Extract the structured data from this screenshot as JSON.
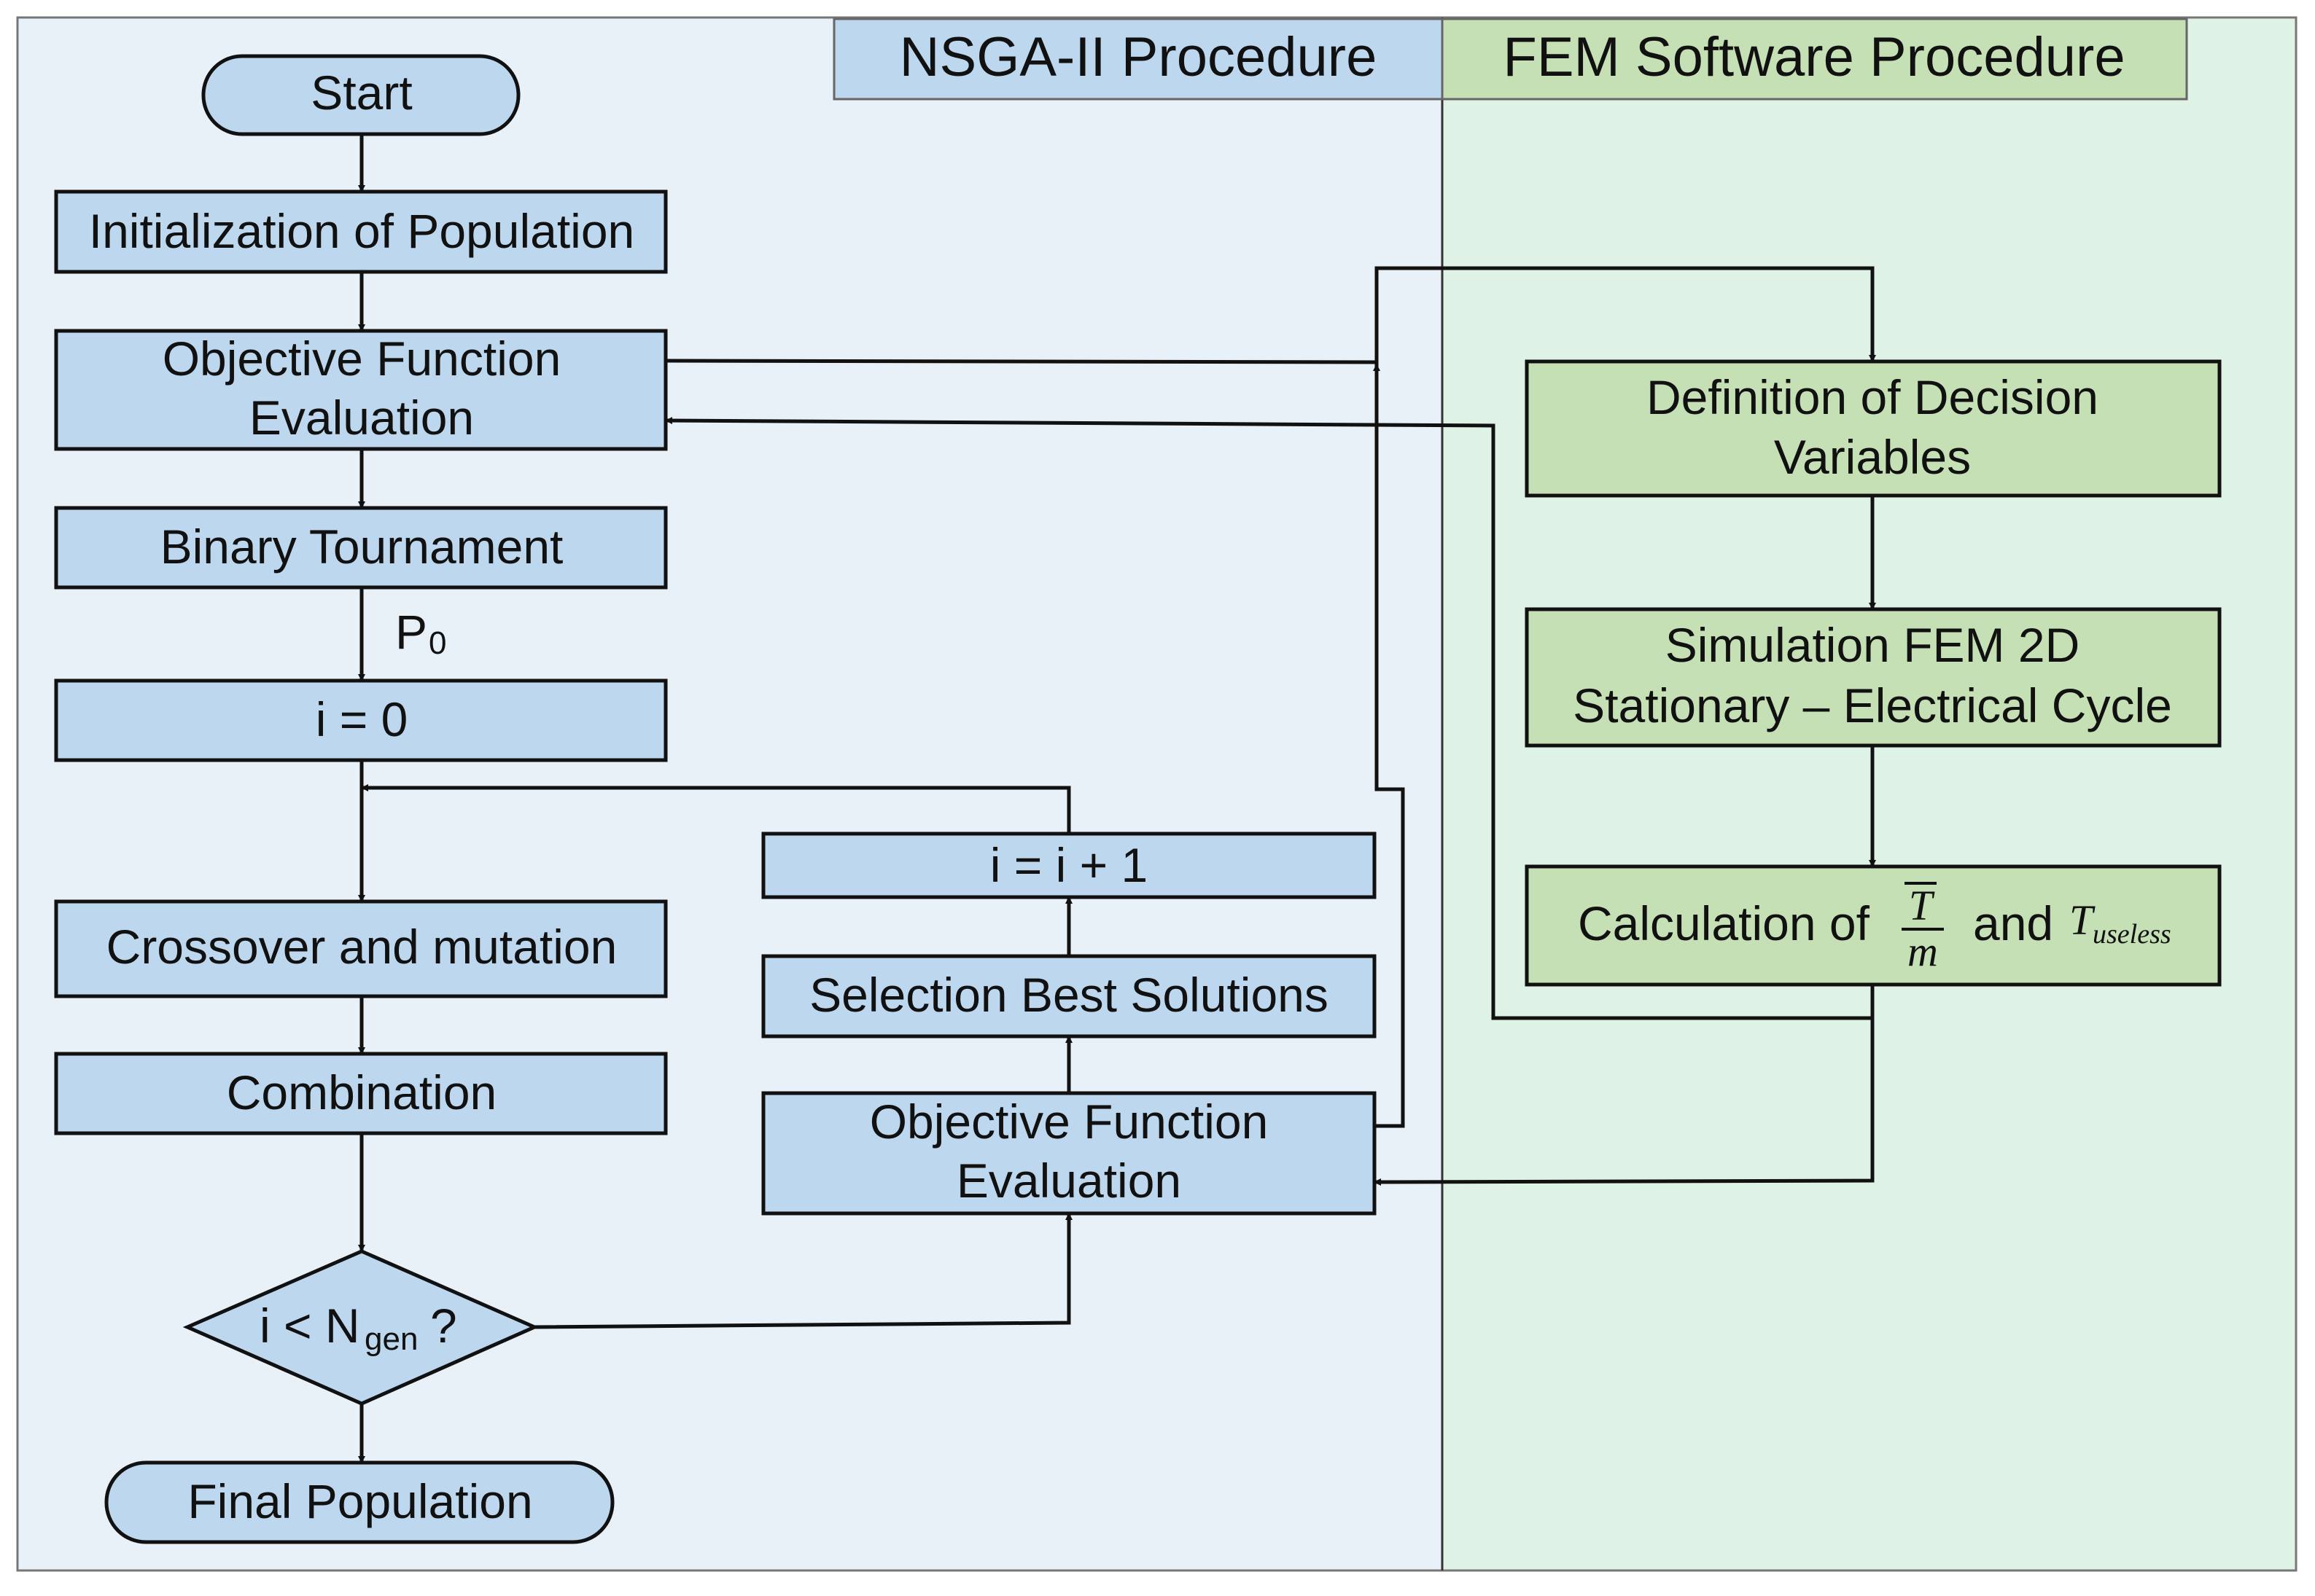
{
  "headers": {
    "nsga": "NSGA-II Procedure",
    "fem": "FEM Software Procedure"
  },
  "colors": {
    "nsga_panel": "#e8f0f8",
    "fem_panel": "#dff2e6",
    "nsga_box": "#bdd7ee",
    "fem_box": "#c5e0b4",
    "line": "#111111"
  },
  "nodes": {
    "start": "Start",
    "init": "Initialization of Population",
    "ofe1_line1": "Objective Function",
    "ofe1_line2": "Evaluation",
    "binary": "Binary Tournament",
    "p0_main": "P",
    "p0_sub": "0",
    "i0": "i = 0",
    "crossover": "Crossover and mutation",
    "combination": "Combination",
    "decision_main": "i < N",
    "decision_sub": "gen",
    "decision_q": "?",
    "final": "Final Population",
    "incr": "i = i + 1",
    "selection": "Selection Best Solutions",
    "ofe2_line1": "Objective Function",
    "ofe2_line2": "Evaluation",
    "def_line1": "Definition of Decision",
    "def_line2": "Variables",
    "sim_line1": "Simulation FEM 2D",
    "sim_line2": "Stationary – Electrical Cycle",
    "calc_prefix": "Calculation of",
    "calc_frac_num": "T",
    "calc_frac_den": "m",
    "calc_and": "and",
    "calc_t": "T",
    "calc_t_sub": "useless"
  }
}
